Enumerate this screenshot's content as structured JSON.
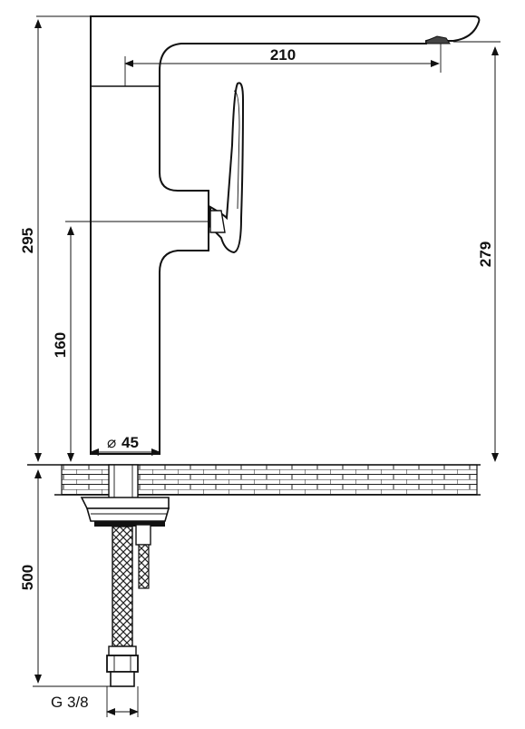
{
  "dimensions": {
    "total_height": "295",
    "lever_height": "160",
    "spout_height": "279",
    "spout_reach": "210",
    "base_diameter_symbol": "⌀",
    "base_diameter": "45",
    "hose_length": "500",
    "connection": "G 3/8"
  }
}
